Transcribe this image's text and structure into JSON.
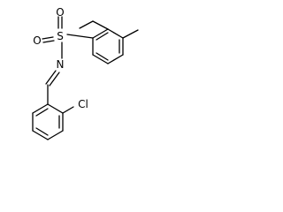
{
  "molecule": {
    "atoms": {
      "sulfur": "S",
      "oxygen_top": "O",
      "oxygen_left": "O",
      "nitrogen": "N",
      "chlorine": "Cl"
    }
  }
}
